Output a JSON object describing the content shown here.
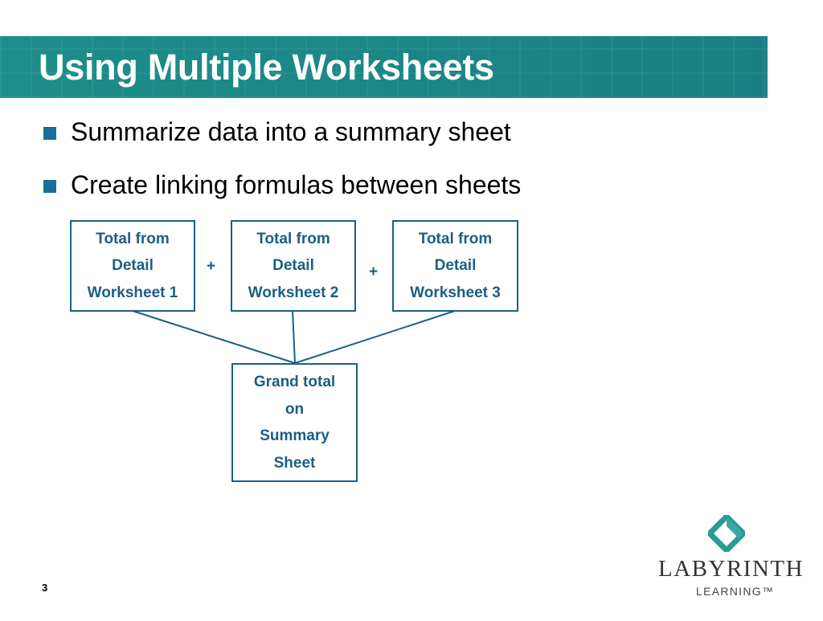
{
  "slide": {
    "title": "Using Multiple Worksheets",
    "page_number": "3"
  },
  "bullets": [
    "Summarize data into a summary sheet",
    "Create linking formulas between sheets"
  ],
  "diagram": {
    "detail_boxes": [
      [
        "Total from",
        "Detail",
        "Worksheet 1"
      ],
      [
        "Total from",
        "Detail",
        "Worksheet 2"
      ],
      [
        "Total from",
        "Detail",
        "Worksheet 3"
      ]
    ],
    "operators": [
      "+",
      "+"
    ],
    "summary_box": [
      "Grand total",
      "on",
      "Summary",
      "Sheet"
    ]
  },
  "logo": {
    "name": "LABYRINTH",
    "tagline": "LEARNING™",
    "mark": "diamond-icon"
  },
  "colors": {
    "banner": "#1d8a8a",
    "accent": "#1b5f85",
    "bullet": "#1c6f94",
    "logo_mark": "#2a9a98"
  }
}
